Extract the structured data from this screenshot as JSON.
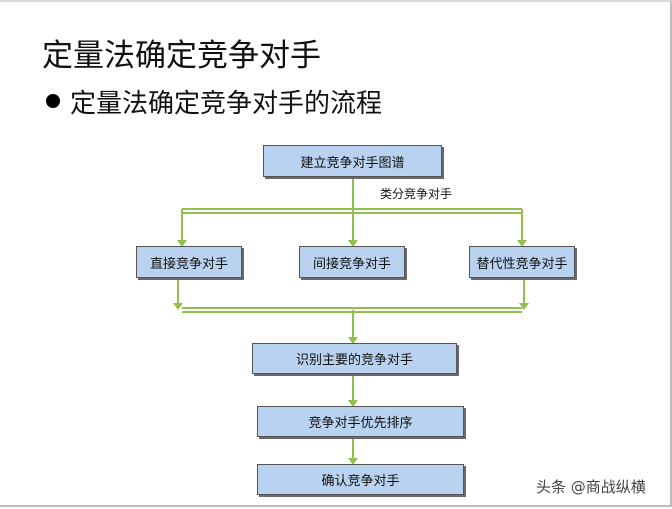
{
  "title": "定量法确定竞争对手",
  "bullet": "定量法确定竞争对手的流程",
  "flow": {
    "top": "建立竞争对手图谱",
    "classify_label": "类分竞争对手",
    "direct": "直接竞争对手",
    "indirect": "间接竞争对手",
    "substitute": "替代性竞争对手",
    "identify": "识别主要的竞争对手",
    "prioritize": "竞争对手优先排序",
    "confirm": "确认竞争对手"
  },
  "watermark": "头条 @商战纵横",
  "colors": {
    "box_fill": "#b8d2f0",
    "connector": "#92c04e"
  }
}
